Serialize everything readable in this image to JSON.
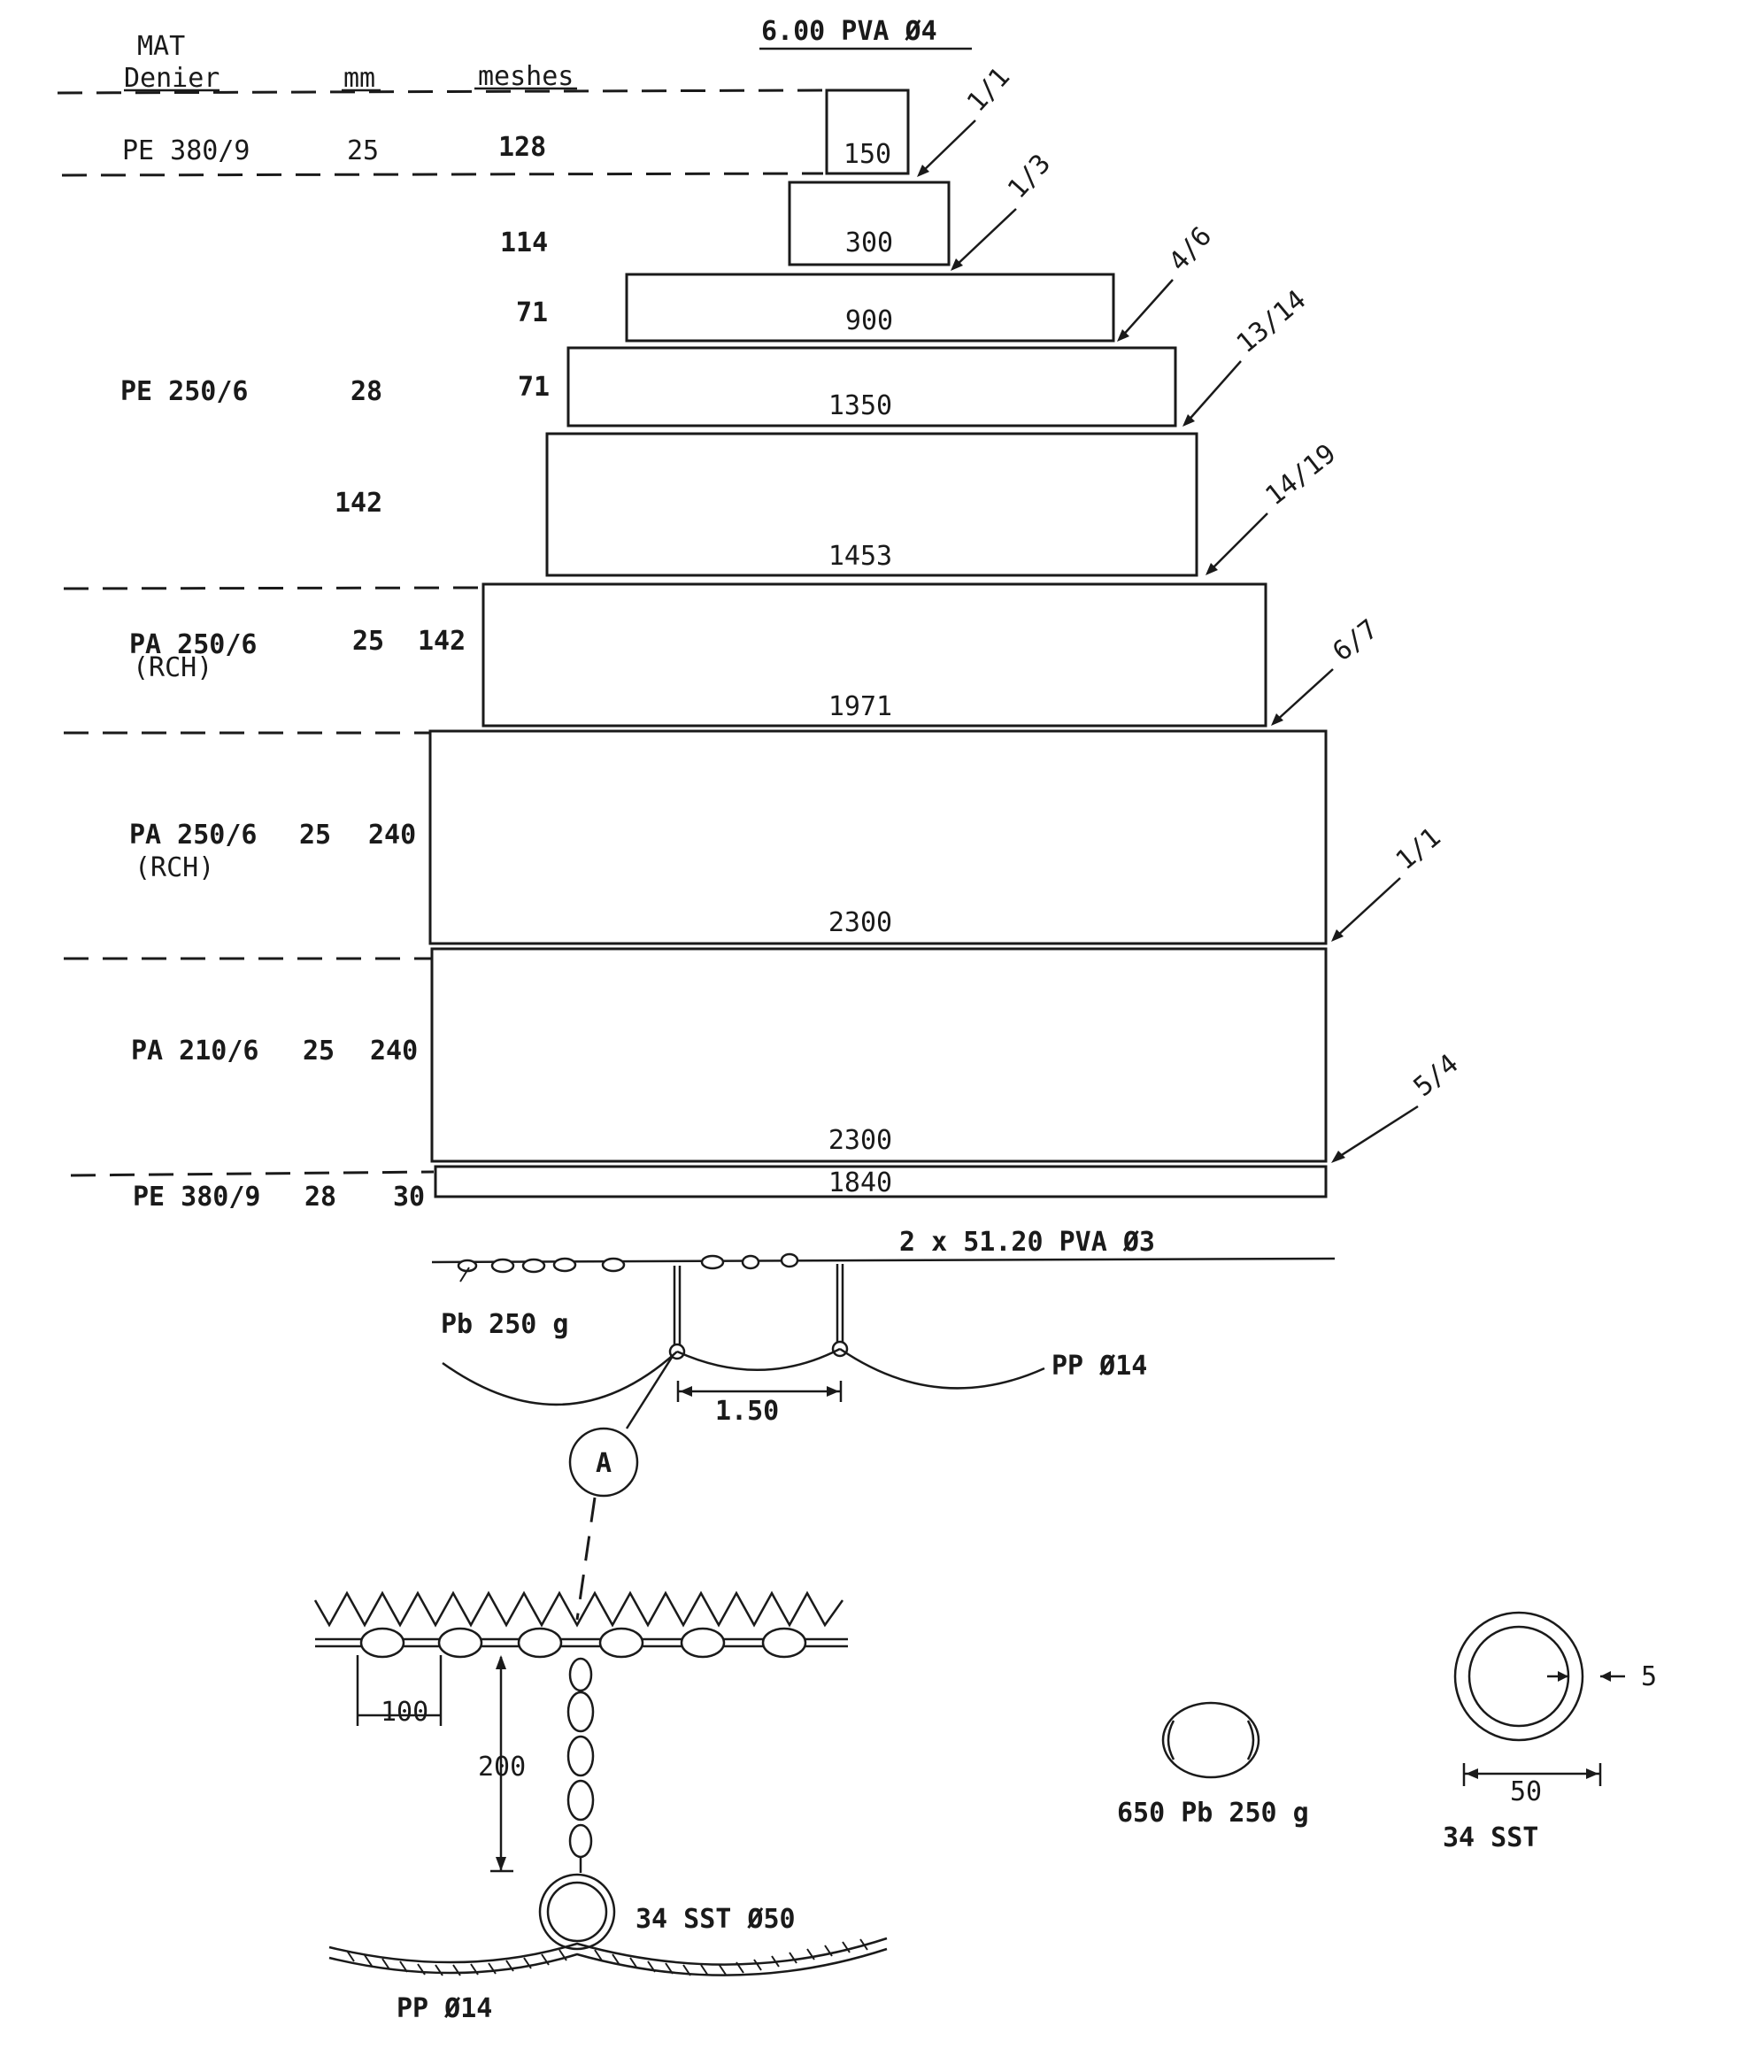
{
  "title": "6.00 PVA Ø4",
  "header": {
    "mat": "MAT",
    "denier": "Denier",
    "mm": "mm",
    "meshes": "meshes"
  },
  "rows": [
    {
      "material": "PE 380/9",
      "mm": "25",
      "meshes": "128"
    },
    {
      "meshes": "114"
    },
    {
      "meshes": "71"
    },
    {
      "material": "PE 250/6",
      "mm": "28",
      "meshes": "71"
    },
    {
      "meshes": "142"
    },
    {
      "material": "PA 250/6",
      "material_note": "(RCH)",
      "mm": "25",
      "meshes": "142"
    },
    {
      "material": "PA 250/6",
      "material_note": "(RCH)",
      "mm": "25",
      "meshes": "240"
    },
    {
      "material": "PA 210/6",
      "mm": "25",
      "meshes": "240"
    },
    {
      "material": "PE 380/9",
      "mm": "28",
      "meshes": "30"
    }
  ],
  "panels": [
    {
      "width_label": "150",
      "cut": "1/1"
    },
    {
      "width_label": "300",
      "cut": "1/3"
    },
    {
      "width_label": "900",
      "cut": "4/6"
    },
    {
      "width_label": "1350",
      "cut": "13/14"
    },
    {
      "width_label": "1453",
      "cut": "14/19"
    },
    {
      "width_label": "1971",
      "cut": "6/7"
    },
    {
      "width_label": "2300",
      "cut": "1/1"
    },
    {
      "width_label": "2300",
      "cut": "5/4"
    },
    {
      "width_label": "1840"
    }
  ],
  "footrope": {
    "rope_label": "2 x 51.20 PVA Ø3",
    "weight_label": "Pb 250 g",
    "bridle_label": "PP Ø14",
    "spacing_label": "1.50",
    "detail_marker": "A"
  },
  "detail": {
    "spacing_label": "100",
    "drop_label": "200",
    "ring_label": "34 SST Ø50",
    "rope_label": "PP Ø14"
  },
  "sinker": {
    "label": "650 Pb 250 g"
  },
  "ring": {
    "thickness_label": "5",
    "diameter_label": "50",
    "label": "34 SST"
  }
}
